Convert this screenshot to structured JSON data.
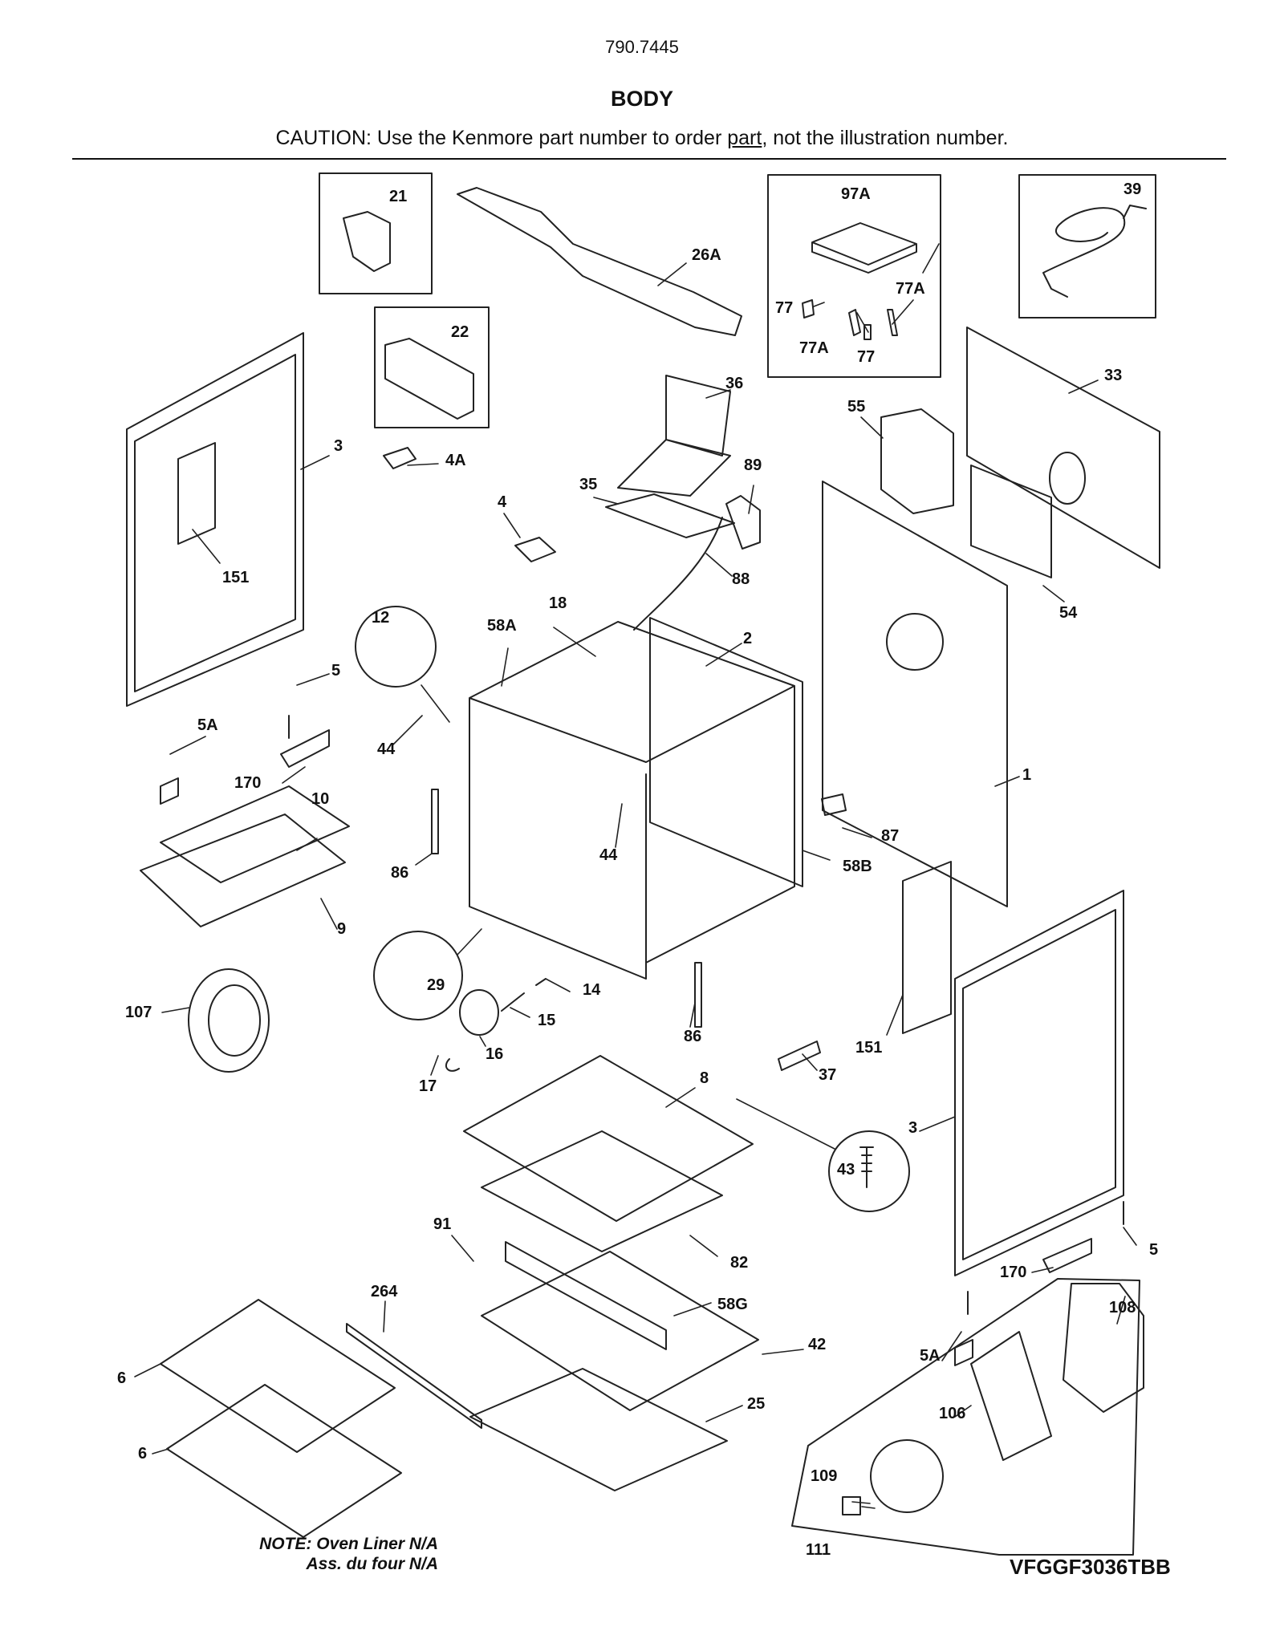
{
  "header": {
    "model_number": "790.7445",
    "title": "BODY",
    "caution_before": "CAUTION: Use the Kenmore part number to order ",
    "caution_link": "part",
    "caution_after": ", not the illustration number."
  },
  "callouts": [
    "21",
    "26A",
    "97A",
    "39",
    "77",
    "77A",
    "77A",
    "77",
    "22",
    "36",
    "33",
    "3",
    "4A",
    "55",
    "89",
    "35",
    "4",
    "88",
    "151",
    "12",
    "18",
    "58A",
    "2",
    "54",
    "5",
    "5A",
    "44",
    "1",
    "170",
    "10",
    "87",
    "86",
    "44",
    "58B",
    "9",
    "29",
    "14",
    "107",
    "15",
    "86",
    "151",
    "16",
    "37",
    "17",
    "8",
    "3",
    "43",
    "91",
    "82",
    "5",
    "264",
    "58G",
    "170",
    "108",
    "42",
    "6",
    "25",
    "5A",
    "106",
    "6",
    "109",
    "111"
  ],
  "footer": {
    "note_line1": "NOTE: Oven Liner N/A",
    "note_line2": "Ass. du four N/A",
    "model_code": "VFGGF3036TBB"
  }
}
